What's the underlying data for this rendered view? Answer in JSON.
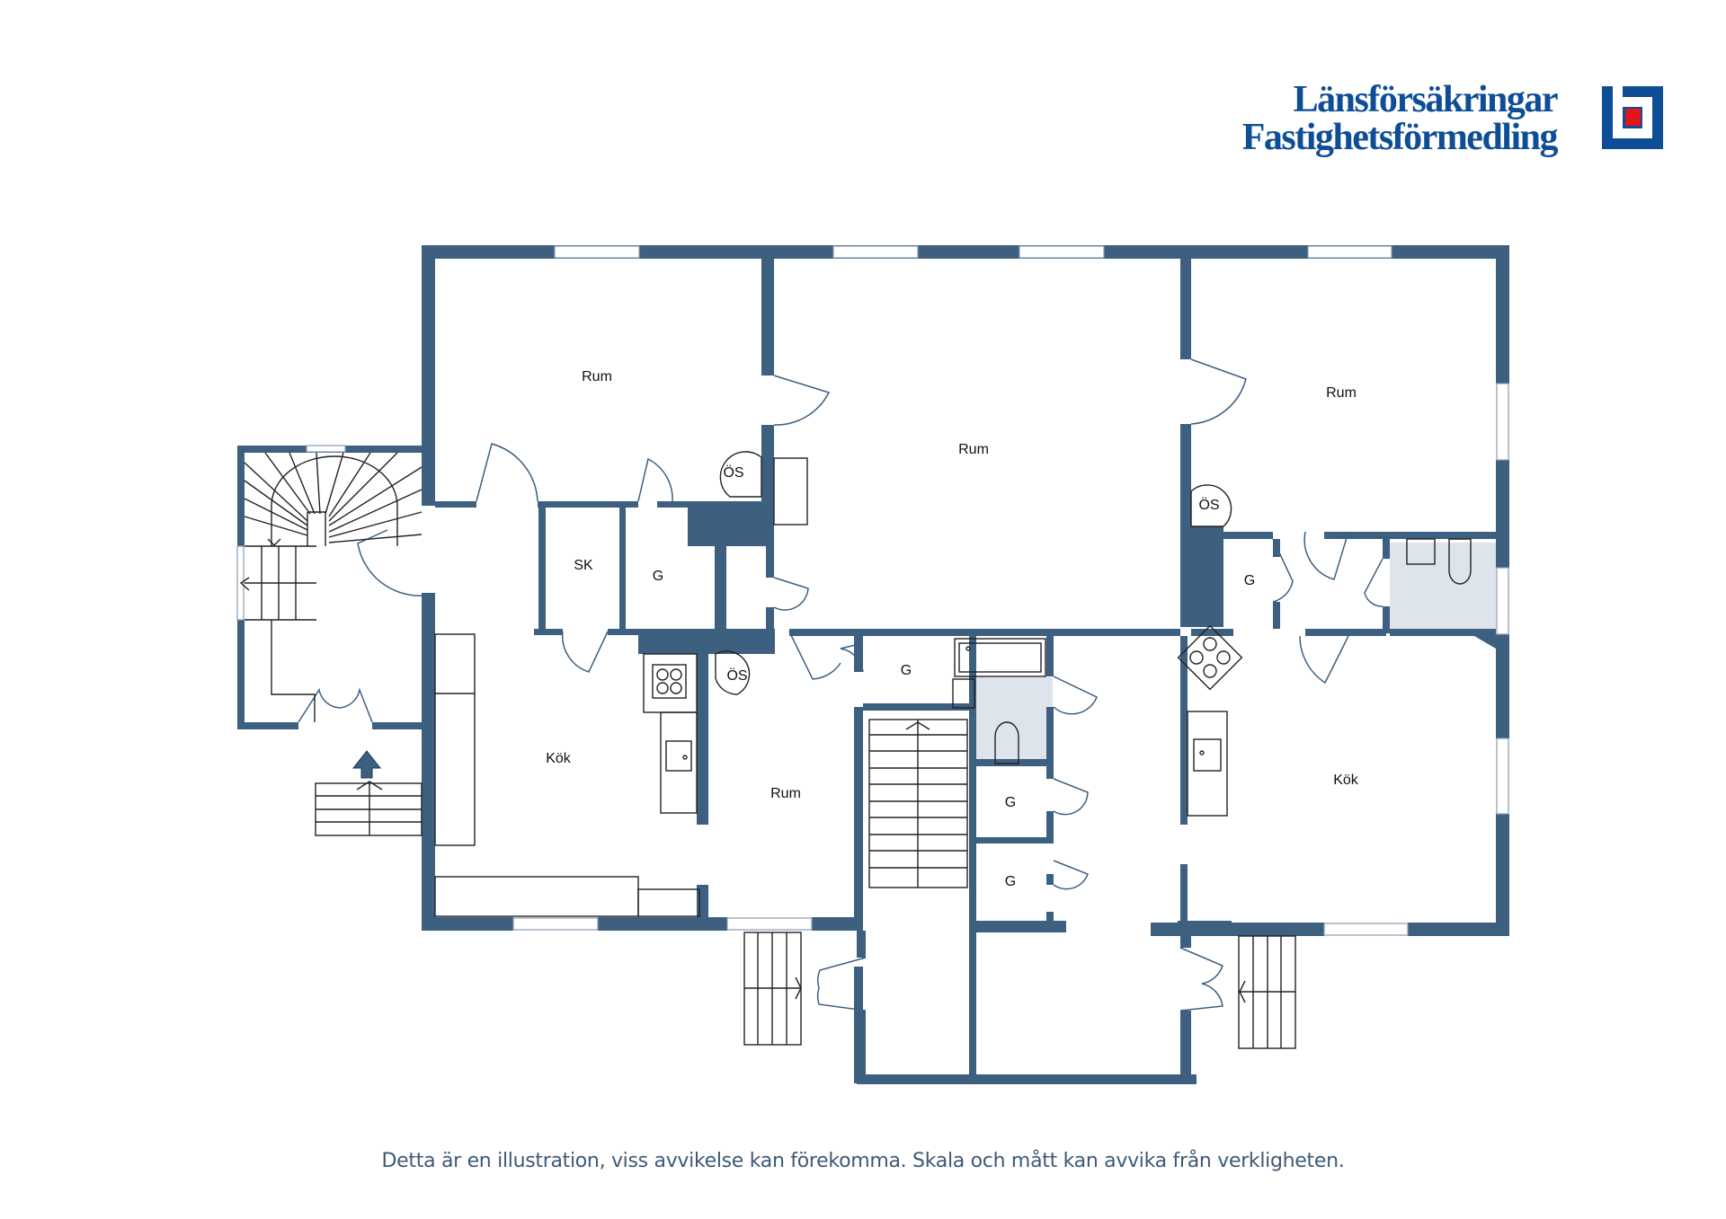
{
  "brand": {
    "line1": "Länsförsäkringar",
    "line2": "Fastighetsförmedling",
    "colors": {
      "primary": "#0e4e96",
      "accent": "#e3141b"
    }
  },
  "plan": {
    "wall_color": "#3d5f80",
    "wet_room_color": "#dde4ec",
    "rooms": [
      {
        "id": "rum-top-left",
        "label": "Rum"
      },
      {
        "id": "rum-top-center",
        "label": "Rum"
      },
      {
        "id": "rum-top-right",
        "label": "Rum"
      },
      {
        "id": "kok-left",
        "label": "Kök"
      },
      {
        "id": "rum-bottom-left",
        "label": "Rum"
      },
      {
        "id": "kok-right",
        "label": "Kök"
      },
      {
        "id": "sk",
        "label": "SK"
      },
      {
        "id": "g-1",
        "label": "G"
      },
      {
        "id": "g-2",
        "label": "G"
      },
      {
        "id": "g-3",
        "label": "G"
      },
      {
        "id": "g-4",
        "label": "G"
      },
      {
        "id": "g-5",
        "label": "G"
      }
    ],
    "fireplaces": [
      {
        "id": "os-1",
        "label": "ÖS"
      },
      {
        "id": "os-2",
        "label": "ÖS"
      },
      {
        "id": "os-3",
        "label": "ÖS"
      }
    ]
  },
  "footer": {
    "disclaimer": "Detta är en illustration, viss avvikelse kan förekomma. Skala och mått kan avvika från verkligheten."
  }
}
